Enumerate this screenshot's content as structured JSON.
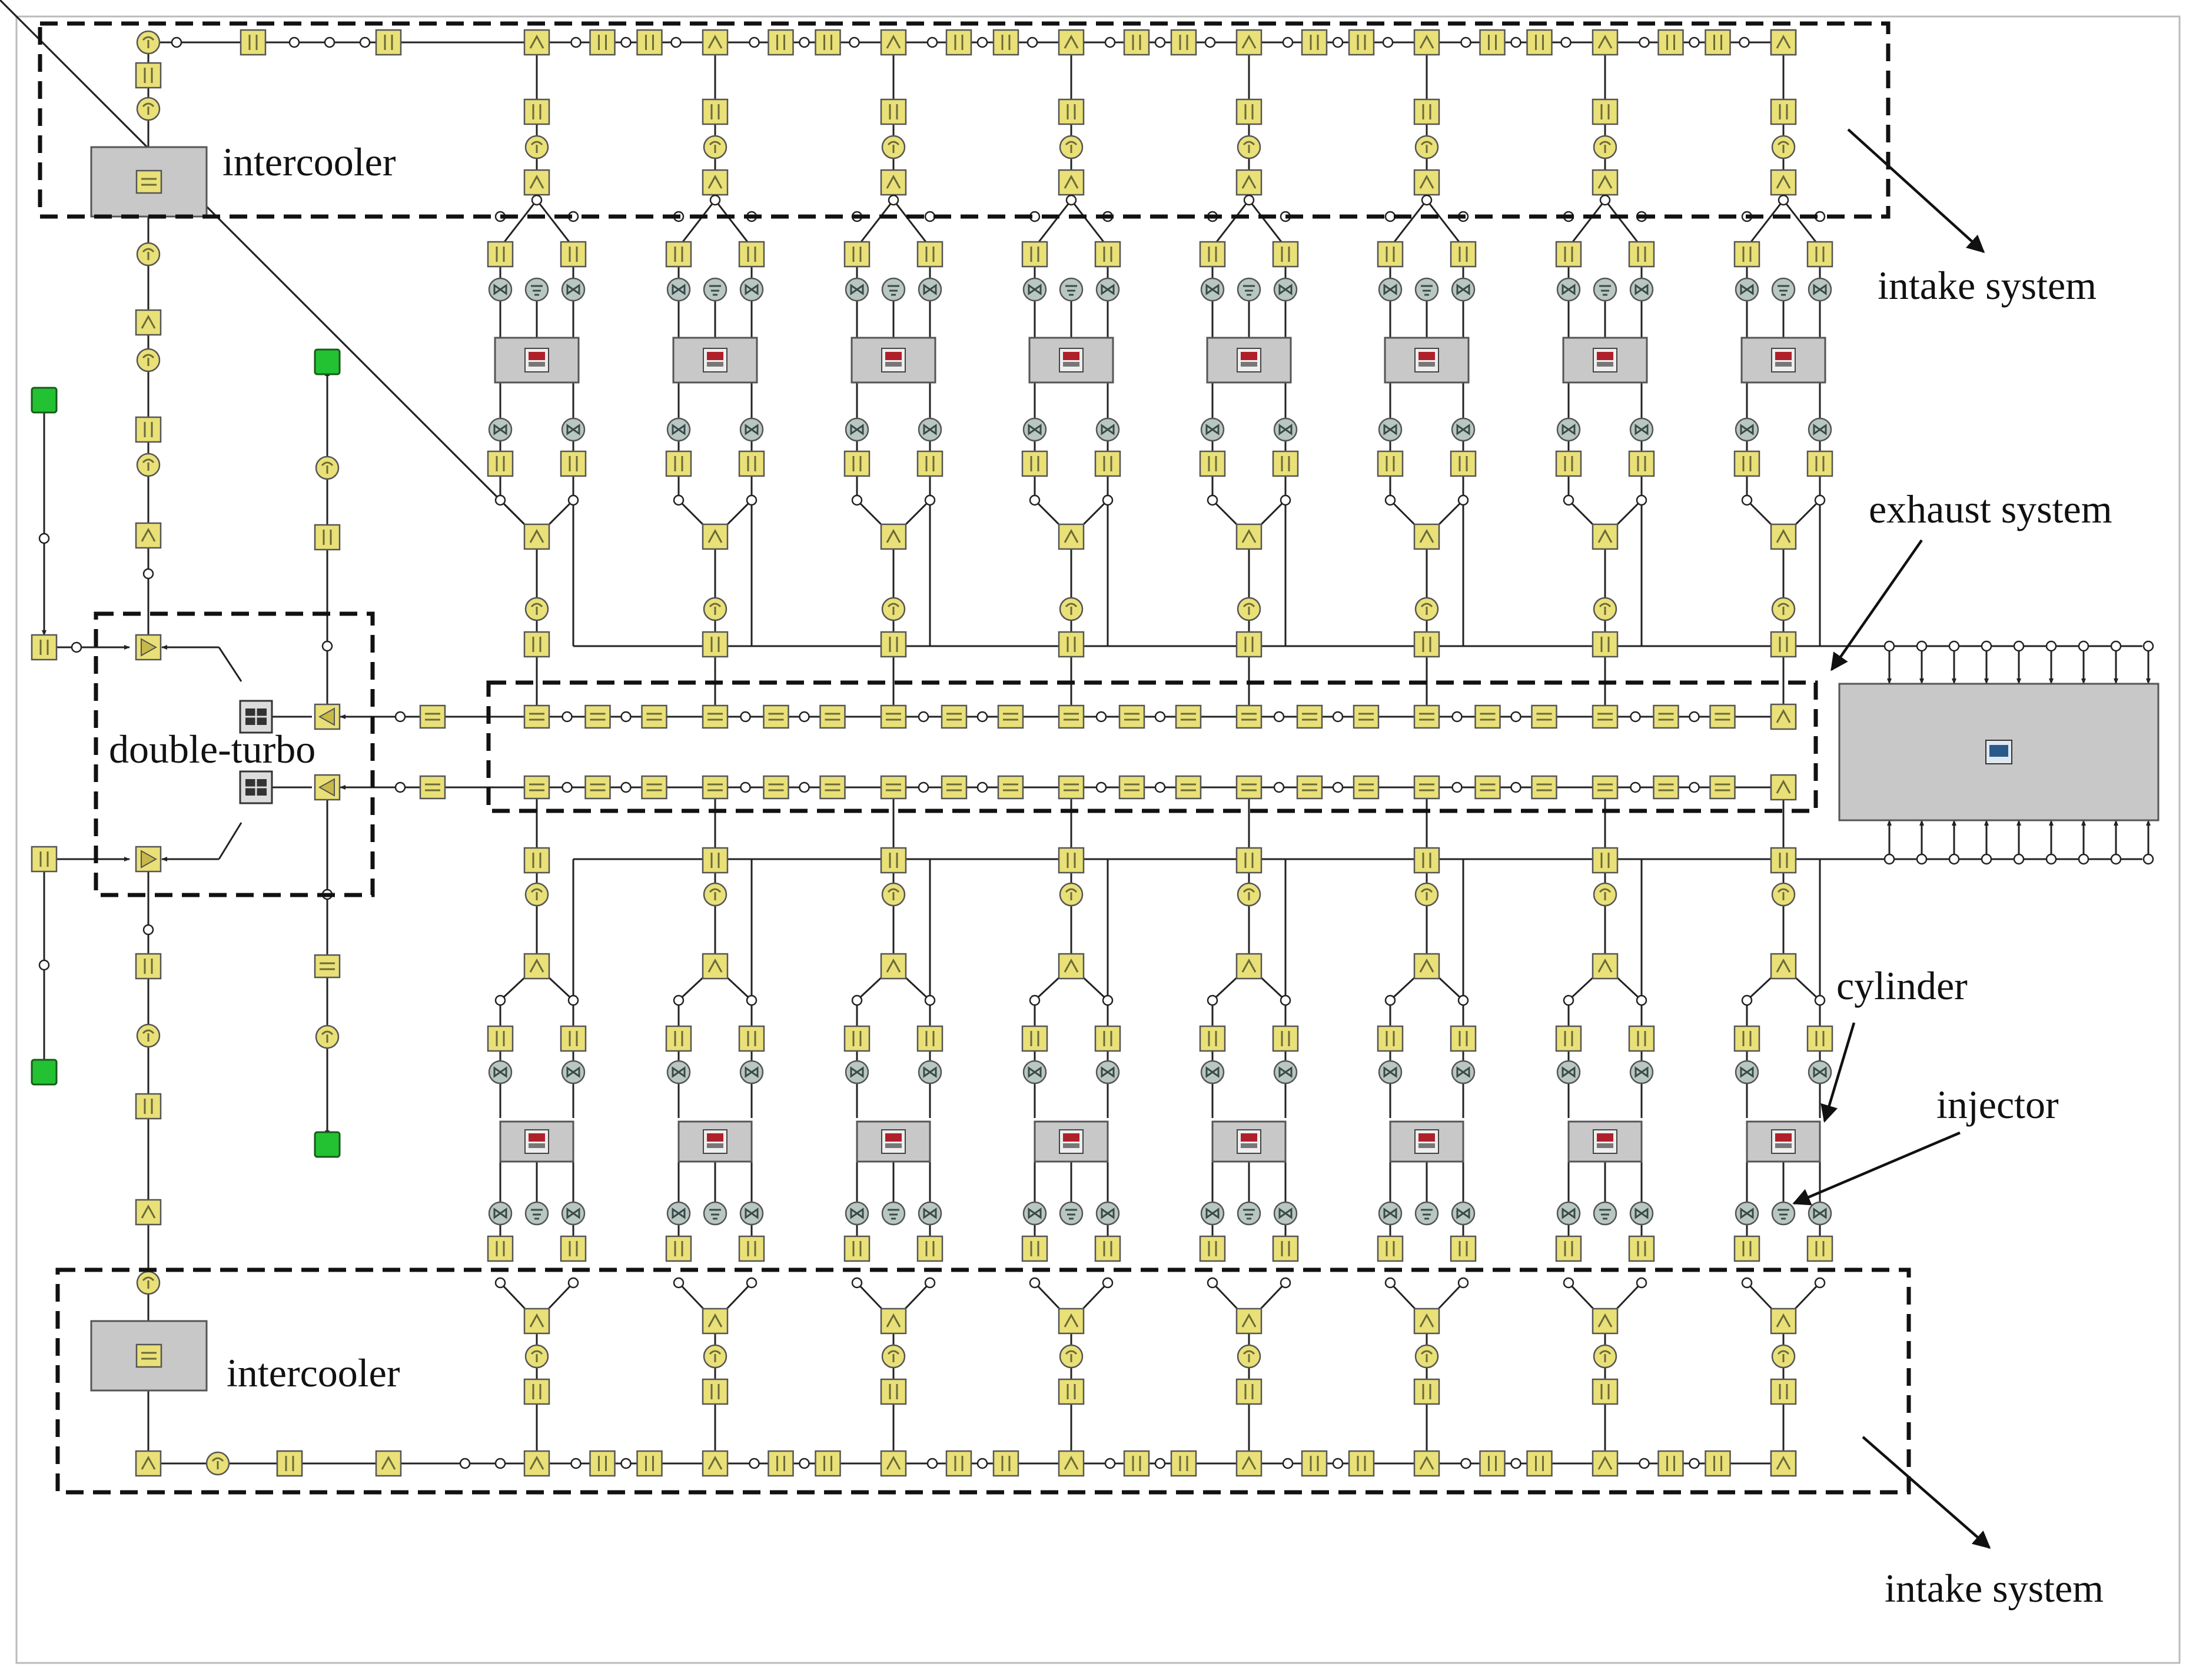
{
  "labels": {
    "intercooler_top": "intercooler",
    "intercooler_bottom": "intercooler",
    "intake_system_top": "intake system",
    "intake_system_bottom": "intake system",
    "exhaust_system": "exhaust system",
    "double_turbo": "double-turbo",
    "cylinder": "cylinder",
    "injector": "injector"
  },
  "colors": {
    "component_fill": "#e9e078",
    "valve_fill": "#b9c7c2",
    "box_fill": "#c8c8c8",
    "boundary_green": "#22c232",
    "cylinder_icon": "#b0202a"
  },
  "diagram": {
    "cylinders_per_bank": 8,
    "banks": 2
  }
}
